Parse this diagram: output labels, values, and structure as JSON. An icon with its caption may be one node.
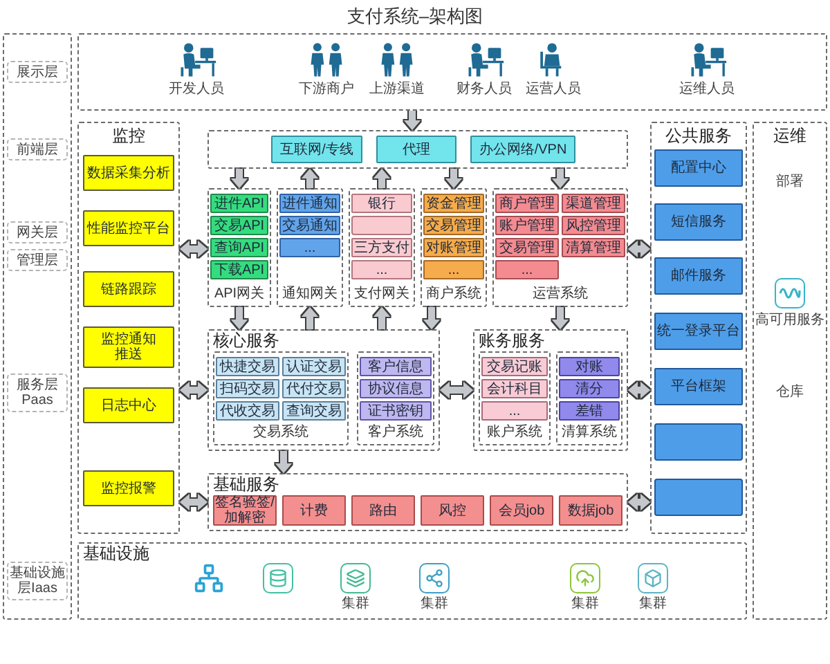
{
  "diagram": {
    "title": "支付系统–架构图",
    "nodes": [
      {
        "text": [],
        "shape": "box"
      },
      {
        "text": [
          "展示层"
        ],
        "in": 0
      },
      {
        "text": [
          "前端层"
        ],
        "in": 0
      },
      {
        "text": [
          "网关层"
        ],
        "in": 0
      },
      {
        "text": [
          "管理层"
        ],
        "in": 0
      },
      {
        "text": [
          "服务层Paas"
        ],
        "in": 0
      },
      {
        "text": [
          "基础设施层Iaas"
        ],
        "in": 0
      },
      {
        "text": [
          "开发人员",
          "下游商户",
          "上游渠道",
          "财务人员",
          "运营人员",
          "运维人员"
        ]
      },
      {
        "text": [
          "监控"
        ]
      },
      {
        "text": [
          "数据采集分析"
        ],
        "in": 8
      },
      {
        "text": [
          "性能监控平台"
        ],
        "in": 8
      },
      {
        "text": [
          "链路跟踪"
        ],
        "in": 8
      },
      {
        "text": [
          "监控通知推送"
        ],
        "in": 8
      },
      {
        "text": [
          "日志中心"
        ],
        "in": 8
      },
      {
        "text": [
          "监控报警"
        ],
        "in": 8
      },
      {
        "text": [],
        "shape": "box"
      },
      {
        "text": [
          "互联网/专线"
        ],
        "in": 15
      },
      {
        "text": [
          "代理"
        ],
        "in": 15
      },
      {
        "text": [
          "办公网络/VPN"
        ],
        "in": 15
      },
      {
        "text": [
          "API网关"
        ]
      },
      {
        "text": [
          "进件API"
        ],
        "in": 19
      },
      {
        "text": [
          "交易API"
        ],
        "in": 19
      },
      {
        "text": [
          "查询API"
        ],
        "in": 19
      },
      {
        "text": [
          "下载API"
        ],
        "in": 19
      },
      {
        "text": [
          "通知网关"
        ]
      },
      {
        "text": [
          "进件通知"
        ],
        "in": 24
      },
      {
        "text": [
          "交易通知"
        ],
        "in": 24
      },
      {
        "text": [
          "..."
        ],
        "in": 24
      },
      {
        "text": [
          "支付网关"
        ]
      },
      {
        "text": [
          "银行"
        ],
        "in": 28
      },
      {
        "text": [],
        "shape": "box",
        "in": 28
      },
      {
        "text": [
          "三方支付"
        ],
        "in": 28
      },
      {
        "text": [
          "..."
        ],
        "in": 28
      },
      {
        "text": [
          "商户系统"
        ]
      },
      {
        "text": [
          "资金管理"
        ],
        "in": 33
      },
      {
        "text": [
          "交易管理"
        ],
        "in": 33
      },
      {
        "text": [
          "对账管理"
        ],
        "in": 33
      },
      {
        "text": [
          "..."
        ],
        "in": 33
      },
      {
        "text": [
          "运营系统"
        ]
      },
      {
        "text": [
          "商户管理"
        ],
        "in": 38
      },
      {
        "text": [
          "渠道管理"
        ],
        "in": 38
      },
      {
        "text": [
          "账户管理"
        ],
        "in": 38
      },
      {
        "text": [
          "风控管理"
        ],
        "in": 38
      },
      {
        "text": [
          "交易管理"
        ],
        "in": 38
      },
      {
        "text": [
          "清算管理"
        ],
        "in": 38
      },
      {
        "text": [
          "..."
        ],
        "in": 38
      },
      {
        "text": [
          "公共服务"
        ]
      },
      {
        "text": [
          "配置中心"
        ],
        "in": 46
      },
      {
        "text": [
          "短信服务"
        ],
        "in": 46
      },
      {
        "text": [
          "邮件服务"
        ],
        "in": 46
      },
      {
        "text": [
          "统一登录平台"
        ],
        "in": 46
      },
      {
        "text": [
          "平台框架"
        ],
        "in": 46
      },
      {
        "text": [],
        "shape": "box",
        "in": 46
      },
      {
        "text": [],
        "shape": "box",
        "in": 46
      },
      {
        "text": [
          "运维",
          "部署",
          "高可用服务",
          "仓库"
        ]
      },
      {
        "text": [
          "核心服务"
        ]
      },
      {
        "text": [
          "交易系统"
        ],
        "in": 55
      },
      {
        "text": [
          "快捷交易"
        ],
        "in": 56
      },
      {
        "text": [
          "认证交易"
        ],
        "in": 56
      },
      {
        "text": [
          "扫码交易"
        ],
        "in": 56
      },
      {
        "text": [
          "代付交易"
        ],
        "in": 56
      },
      {
        "text": [
          "代收交易"
        ],
        "in": 56
      },
      {
        "text": [
          "查询交易"
        ],
        "in": 56
      },
      {
        "text": [
          "客户系统"
        ],
        "in": 55
      },
      {
        "text": [
          "客户信息"
        ],
        "in": 63
      },
      {
        "text": [
          "协议信息"
        ],
        "in": 63
      },
      {
        "text": [
          "证书密钥"
        ],
        "in": 63
      },
      {
        "text": [
          "账务服务"
        ]
      },
      {
        "text": [
          "账户系统"
        ],
        "in": 67
      },
      {
        "text": [
          "交易记账"
        ],
        "in": 68
      },
      {
        "text": [
          "会计科目"
        ],
        "in": 68
      },
      {
        "text": [
          "..."
        ],
        "in": 68
      },
      {
        "text": [
          "清算系统"
        ],
        "in": 67
      },
      {
        "text": [
          "对账"
        ],
        "in": 72
      },
      {
        "text": [
          "清分"
        ],
        "in": 72
      },
      {
        "text": [
          "差错"
        ],
        "in": 72
      },
      {
        "text": [
          "基础服务"
        ]
      },
      {
        "text": [
          "签名验签/加解密"
        ],
        "in": 76
      },
      {
        "text": [
          "计费"
        ],
        "in": 76
      },
      {
        "text": [
          "路由"
        ],
        "in": 76
      },
      {
        "text": [
          "风控"
        ],
        "in": 76
      },
      {
        "text": [
          "会员job"
        ],
        "in": 76
      },
      {
        "text": [
          "数据job"
        ],
        "in": 76
      },
      {
        "text": [
          "基础设施",
          "集群",
          "集群",
          "集群",
          "集群"
        ]
      }
    ],
    "edges": [
      {
        "from": 7,
        "to": 15,
        "arrow": "to"
      },
      {
        "from": 15,
        "to": 19,
        "arrow": "to"
      },
      {
        "from": 24,
        "to": 15,
        "arrow": "to"
      },
      {
        "from": 28,
        "to": 15,
        "arrow": "to"
      },
      {
        "from": 15,
        "to": 33,
        "arrow": "to"
      },
      {
        "from": 15,
        "to": 38,
        "arrow": "to"
      },
      {
        "from": 8,
        "to": 19,
        "arrow": "both"
      },
      {
        "from": 38,
        "to": 46,
        "arrow": "both"
      },
      {
        "from": 19,
        "to": 55,
        "arrow": "to"
      },
      {
        "from": 55,
        "to": 24,
        "arrow": "to"
      },
      {
        "from": 55,
        "to": 28,
        "arrow": "to"
      },
      {
        "from": 33,
        "to": 55,
        "arrow": "to"
      },
      {
        "from": 38,
        "to": 67,
        "arrow": "to"
      },
      {
        "from": 8,
        "to": 55,
        "arrow": "both"
      },
      {
        "from": 55,
        "to": 67,
        "arrow": "both"
      },
      {
        "from": 67,
        "to": 46,
        "arrow": "both"
      },
      {
        "from": 55,
        "to": 76,
        "arrow": "to"
      },
      {
        "from": 8,
        "to": 76,
        "arrow": "both"
      },
      {
        "from": 76,
        "to": 46,
        "arrow": "both"
      }
    ]
  }
}
